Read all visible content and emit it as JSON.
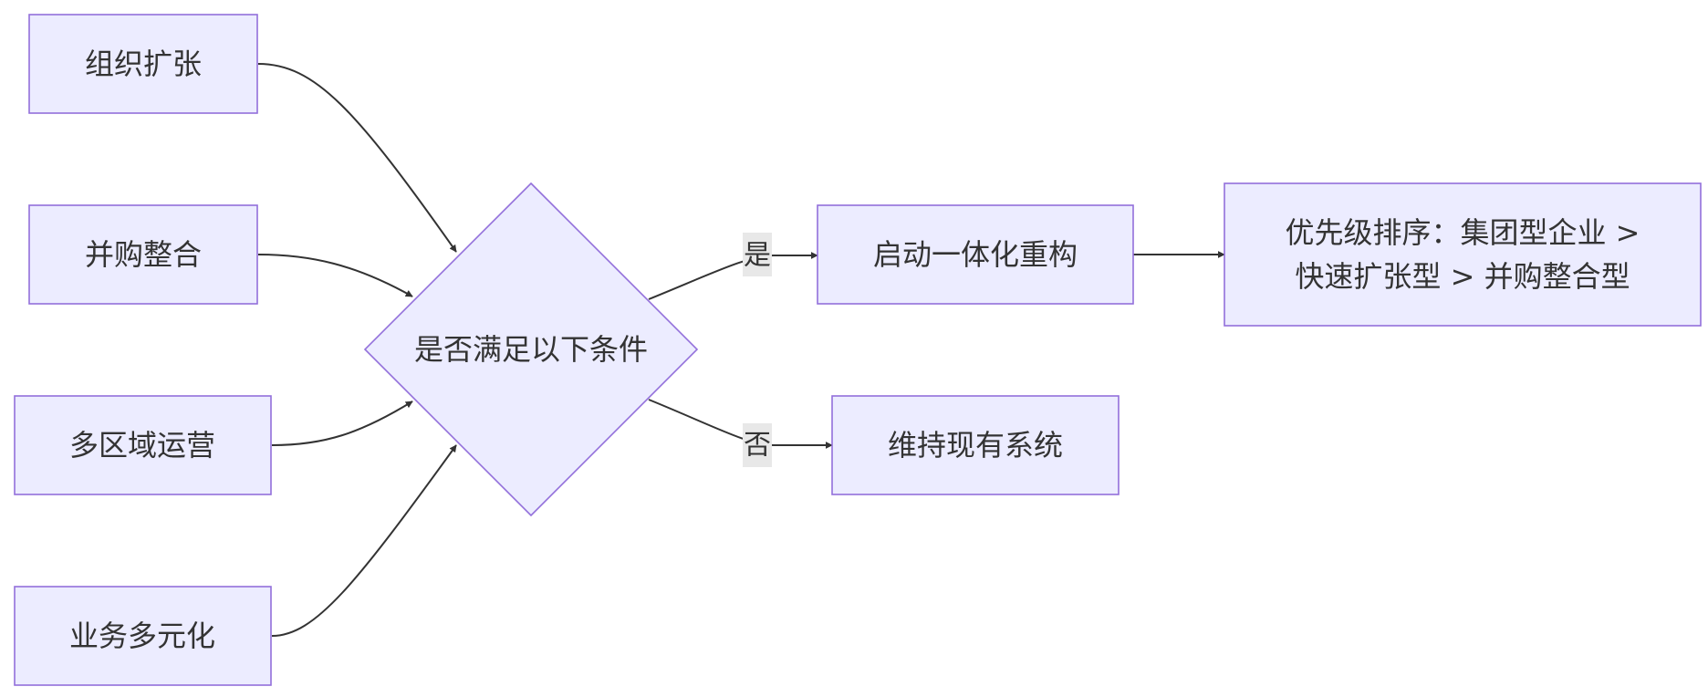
{
  "diagram": {
    "nodes": {
      "org_expansion": "组织扩张",
      "merger_integration": "并购整合",
      "multi_region": "多区域运营",
      "business_diversification": "业务多元化",
      "decision": "是否满足以下条件",
      "start_restructure": "启动一体化重构",
      "maintain_system": "维持现有系统",
      "priority_line1": "优先级排序：集团型企业 >",
      "priority_line2": "快速扩张型 > 并购整合型"
    },
    "edge_labels": {
      "yes": "是",
      "no": "否"
    },
    "colors": {
      "node_fill": "#ECECFF",
      "node_stroke": "#9370DB",
      "edge": "#333333",
      "label_bg": "#E8E8E8"
    }
  }
}
